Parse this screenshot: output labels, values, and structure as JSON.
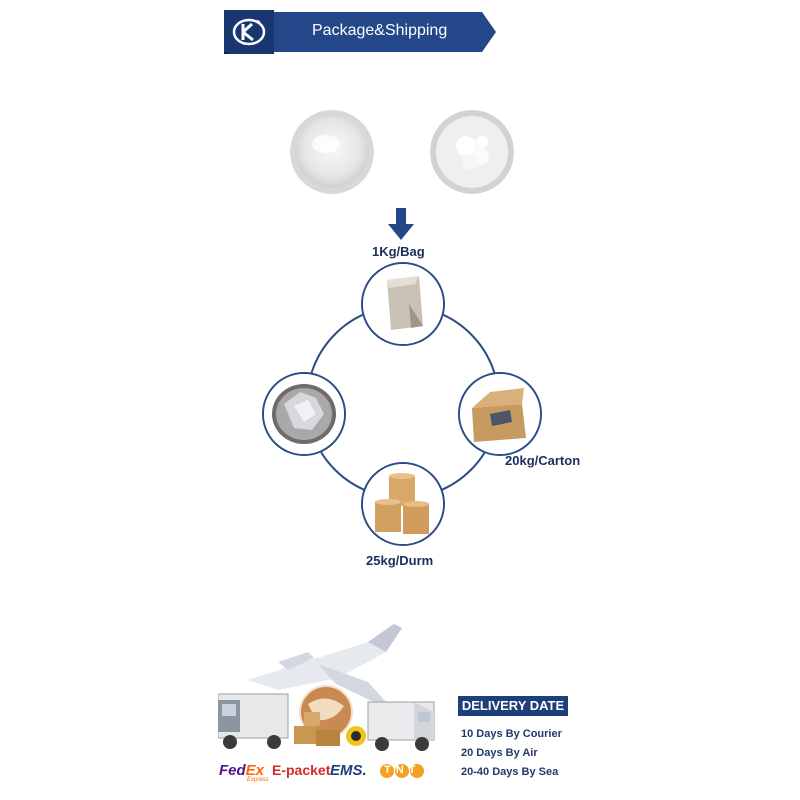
{
  "header": {
    "title": "Package&Shipping",
    "logo_icon": "kd-logo-icon"
  },
  "colors": {
    "banner": "#24478a",
    "ring": "#2c4c86",
    "label": "#1b2f5c",
    "delivery_bg": "#1f3f7a"
  },
  "packaging": {
    "arrow_label": "1Kg/Bag",
    "carton_label": "20kg/Carton",
    "drum_label": "25kg/Durm"
  },
  "delivery": {
    "title": "DELIVERY DATE",
    "items": [
      "10 Days By Courier",
      "20 Days By Air",
      "20-40 Days By Sea"
    ]
  },
  "carriers": {
    "fedex_a": "Fed",
    "fedex_b": "Ex",
    "fedex_sub": "Express",
    "epacket": "E-packet",
    "ems": "EMS.",
    "tnt": "TNT"
  }
}
